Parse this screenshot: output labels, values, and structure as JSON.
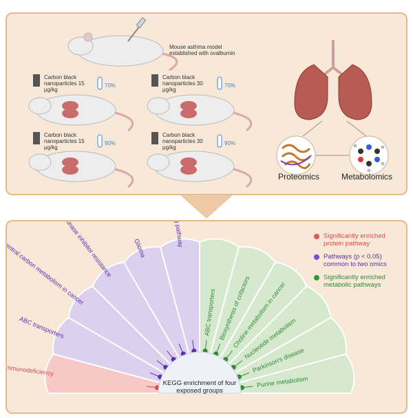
{
  "top": {
    "asthma_model_label": "Mouse asthma model established with ovalbumin",
    "groups": [
      {
        "label": "Carbon black nanoparticles 15 μg/kg",
        "humidity": "70%"
      },
      {
        "label": "Carbon black nanoparticles 30 μg/kg",
        "humidity": "70%"
      },
      {
        "label": "Carbon black nanoparticles 15 μg/kg",
        "humidity": "90%"
      },
      {
        "label": "Carbon black nanoparticles 30 μg/kg",
        "humidity": "90%"
      }
    ],
    "omics": [
      "Proteomics",
      "Metabolomics"
    ]
  },
  "bottom": {
    "center_label": "KEGG enrichment of four exposed groups",
    "legend": [
      {
        "text": "Significantly enriched protein pathway",
        "color": "#e05a5a"
      },
      {
        "text": "Pathways (p < 0.05) common to two omics",
        "color": "#7b4fc9"
      },
      {
        "text": "Significantly enriched metabolic pathways",
        "color": "#2f9a3c"
      }
    ],
    "fan_pathways": [
      {
        "label": "Primary immunodeficiency",
        "group": "protein"
      },
      {
        "label": "ABC transporters",
        "group": "common"
      },
      {
        "label": "Central carbon metabolism in cancer",
        "group": "common"
      },
      {
        "label": "EGFR tyrosine kinase inhibitor resistance",
        "group": "common"
      },
      {
        "label": "Glioma",
        "group": "common"
      },
      {
        "label": "NF-kappa B signaling pathway",
        "group": "common"
      },
      {
        "label": "ABC transporters",
        "group": "metabolic"
      },
      {
        "label": "Biosynthesis of cofactors",
        "group": "metabolic"
      },
      {
        "label": "Choline metabolism in cancer",
        "group": "metabolic"
      },
      {
        "label": "Nucleotide metabolism",
        "group": "metabolic"
      },
      {
        "label": "Parkinson's disease",
        "group": "metabolic"
      },
      {
        "label": "Purine metabolism",
        "group": "metabolic"
      }
    ],
    "colors": {
      "protein_fill": "#f6c9c6",
      "protein_text": "#d94a4a",
      "common_fill": "#dcd0ee",
      "common_text": "#5a2fb0",
      "metabolic_fill": "#d6e9cf",
      "metabolic_text": "#2f8a36"
    }
  }
}
